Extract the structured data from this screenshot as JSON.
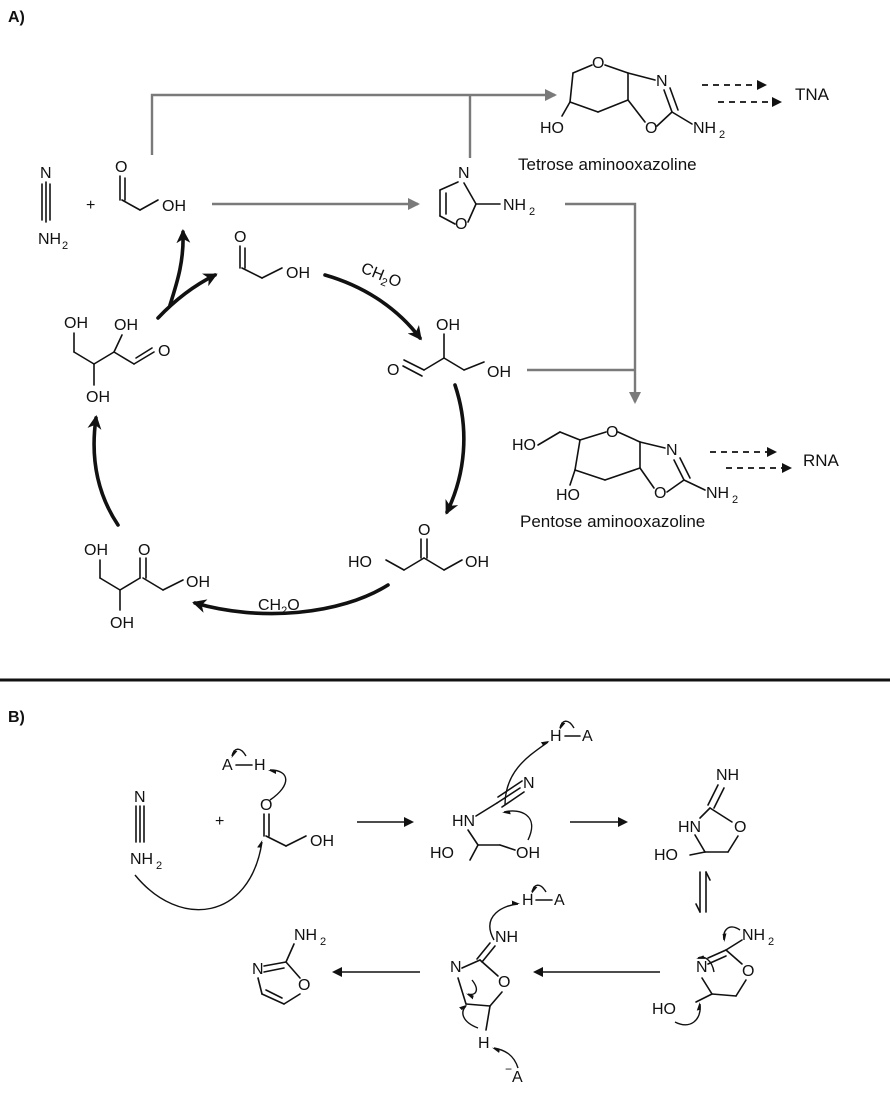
{
  "panels": {
    "a": "A)",
    "b": "B)"
  },
  "atoms": {
    "N": "N",
    "NH2": "NH",
    "sub2": "2",
    "NH": "NH",
    "HN": "HN",
    "O": "O",
    "OH": "OH",
    "HO": "HO",
    "H": "H",
    "A": "A",
    "minus": "−"
  },
  "reagents": {
    "ch2o": "CH",
    "ch2o_sub": "2",
    "ch2o_o": "O",
    "plus": "+"
  },
  "products": {
    "tna": "TNA",
    "rna": "RNA"
  },
  "captions": {
    "tetrose": "Tetrose aminooxazoline",
    "pentose": "Pentose aminooxazoline"
  },
  "colors": {
    "black": "#111111",
    "grey_arrow": "#7a7a7a"
  }
}
